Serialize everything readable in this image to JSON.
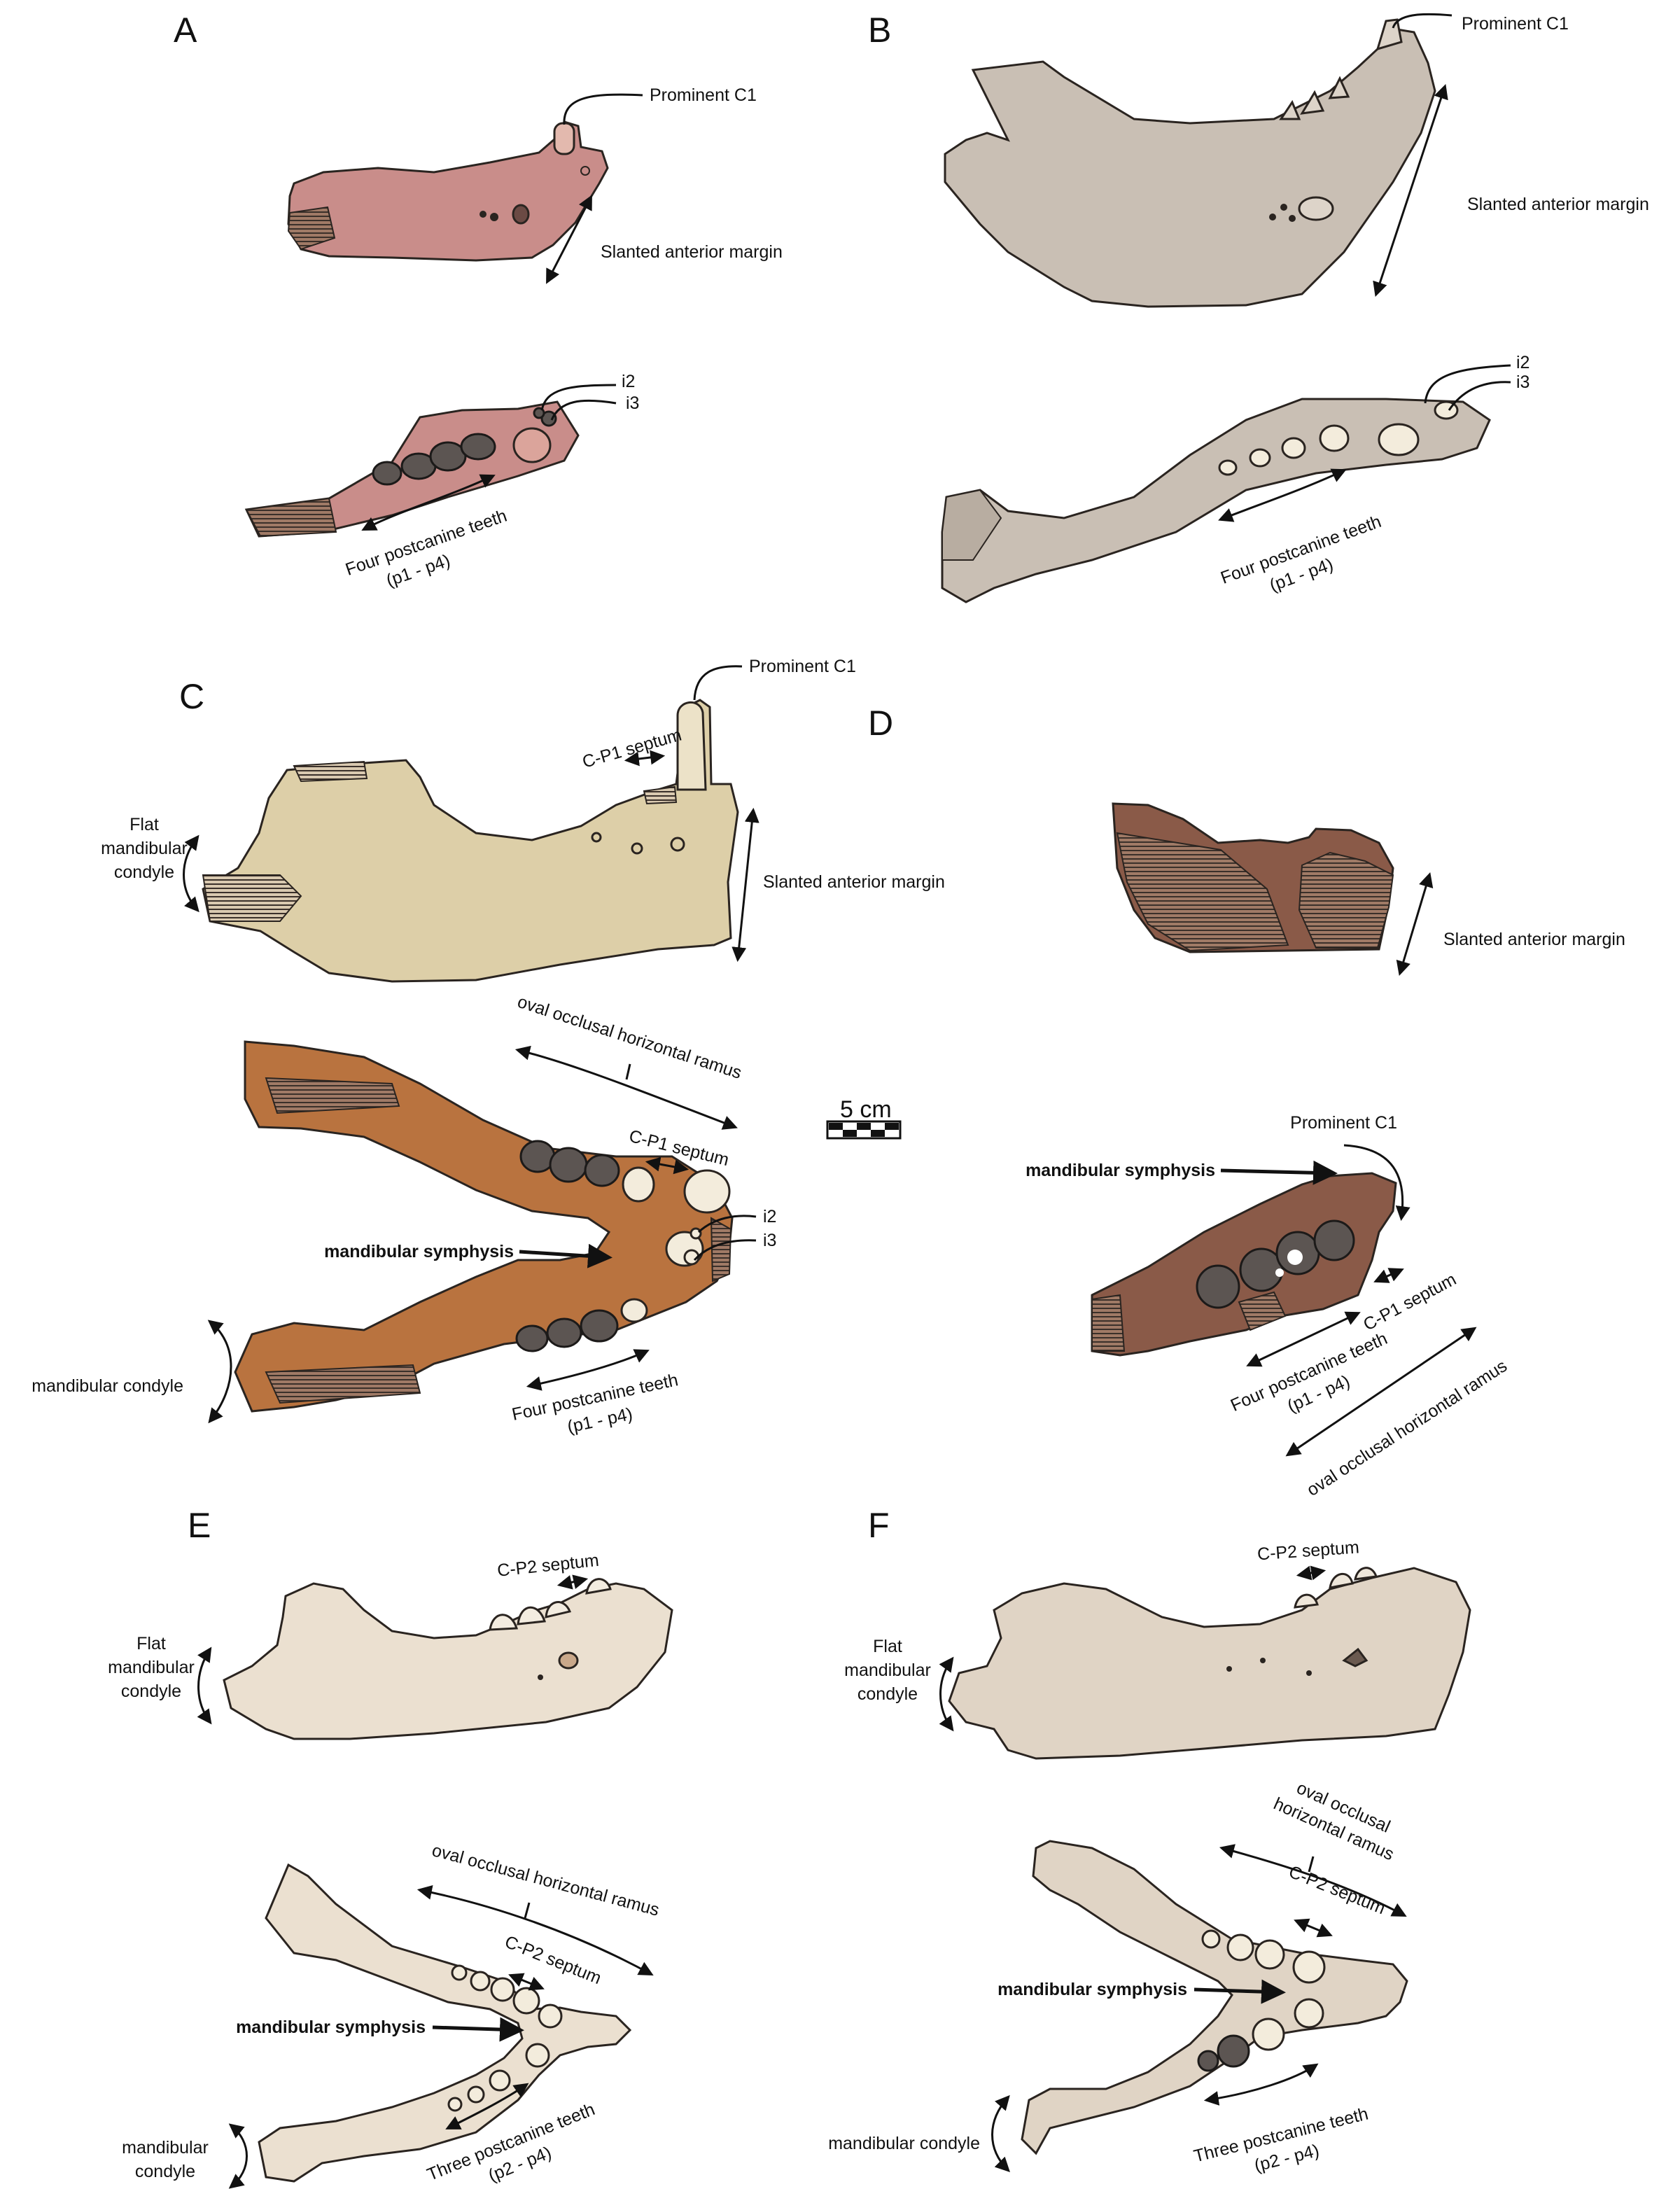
{
  "panels": {
    "A": {
      "label": "A",
      "prominent_c1": "Prominent C1",
      "slanted": "Slanted anterior margin",
      "i2": "i2",
      "i3": "i3",
      "postcanine": "Four postcanine teeth",
      "postcanine_range": "(p1 - p4)"
    },
    "B": {
      "label": "B",
      "prominent_c1": "Prominent C1",
      "slanted": "Slanted anterior margin",
      "i2": "i2",
      "i3": "i3",
      "postcanine": "Four postcanine teeth",
      "postcanine_range": "(p1 - p4)"
    },
    "C": {
      "label": "C",
      "prominent_c1": "Prominent C1",
      "septum": "C-P1 septum",
      "septum2": "C-P1 septum",
      "flat_condyle": [
        "Flat",
        "mandibular",
        "condyle"
      ],
      "slanted": "Slanted anterior margin",
      "oval": "oval occlusal horizontal ramus",
      "i2": "i2",
      "i3": "i3",
      "symphysis": "mandibular symphysis",
      "condyle": "mandibular condyle",
      "postcanine": "Four postcanine teeth",
      "postcanine_range": "(p1 - p4)"
    },
    "D": {
      "label": "D",
      "slanted": "Slanted anterior margin",
      "prominent_c1": "Prominent C1",
      "symphysis": "mandibular symphysis",
      "septum": "C-P1 septum",
      "postcanine": "Four postcanine teeth",
      "postcanine_range": "(p1 - p4)",
      "oval": "oval occlusal horizontal ramus"
    },
    "E": {
      "label": "E",
      "septum": "C-P2 septum",
      "flat_condyle": [
        "Flat",
        "mandibular",
        "condyle"
      ],
      "oval": "oval occlusal horizontal ramus",
      "septum2": "C-P2 septum",
      "symphysis": "mandibular symphysis",
      "condyle": [
        "mandibular",
        "condyle"
      ],
      "postcanine": "Three postcanine teeth",
      "postcanine_range": "(p2 - p4)"
    },
    "F": {
      "label": "F",
      "septum": "C-P2 septum",
      "flat_condyle": [
        "Flat",
        "mandibular",
        "condyle"
      ],
      "oval": [
        "oval occlusal",
        "horizontal ramus"
      ],
      "septum2": "C-P2 septum",
      "symphysis": "mandibular symphysis",
      "condyle": "mandibular condyle",
      "postcanine": "Three postcanine teeth",
      "postcanine_range": "(p2 - p4)"
    }
  },
  "scale_bar": {
    "label": "5 cm"
  },
  "colors": {
    "bone_a": "#c98d8a",
    "bone_b": "#c9bfb4",
    "bone_c_lat": "#ddcfa8",
    "bone_c_occ": "#b9733f",
    "bone_d": "#8a5a48",
    "bone_e": "#ebe0d0",
    "bone_f": "#e0d4c5",
    "hatch": "#3a302a"
  }
}
